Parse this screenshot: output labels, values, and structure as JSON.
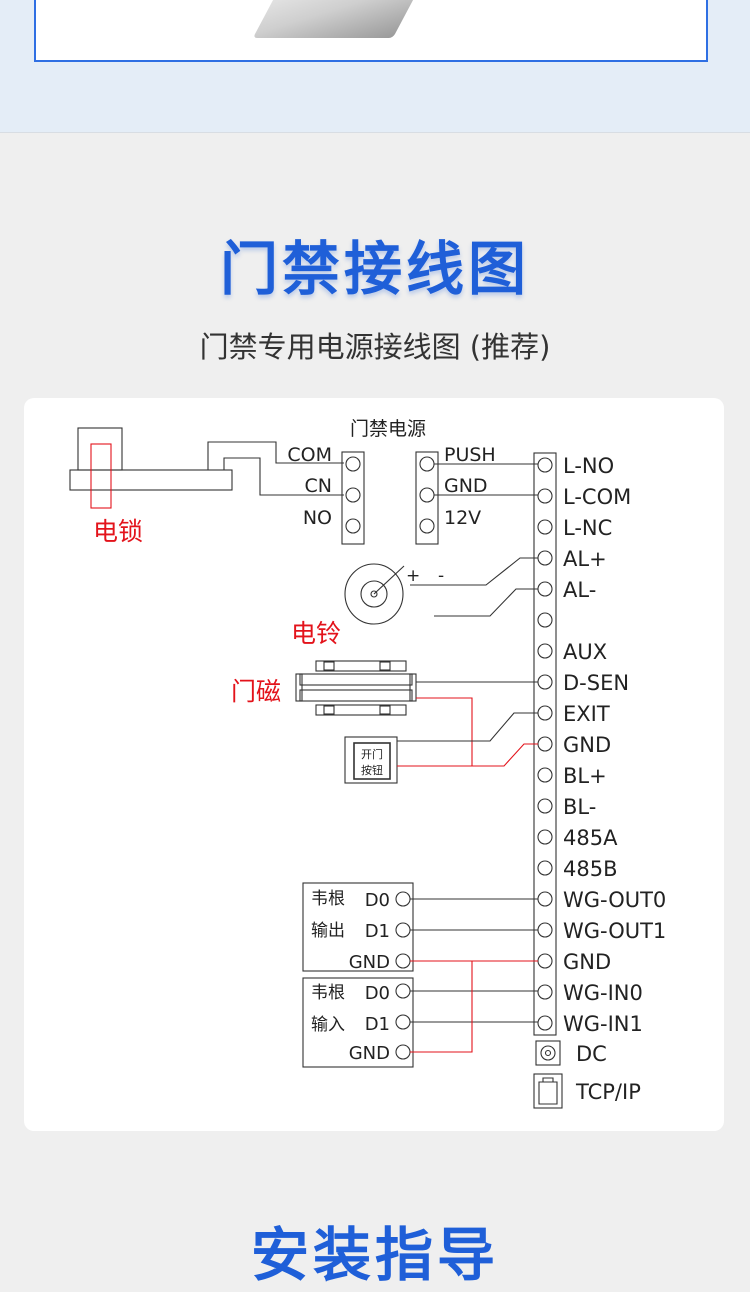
{
  "section_title": "门禁接线图",
  "section_subtitle": "门禁专用电源接线图 (推荐)",
  "next_section_title": "安装指导",
  "power_supply": {
    "title": "门禁电源",
    "relay_terminals": [
      "COM",
      "CN",
      "NO"
    ],
    "power_terminals": [
      "PUSH",
      "GND",
      "12V"
    ]
  },
  "device_labels": {
    "lock": "电锁",
    "bell": "电铃",
    "magnet": "门磁",
    "exit_button": [
      "开门",
      "按钮"
    ],
    "bell_plus": "+",
    "bell_minus": "-"
  },
  "controller_terminals": [
    "L-NO",
    "L-COM",
    "L-NC",
    "AL+",
    "AL-",
    "",
    "AUX",
    "D-SEN",
    "EXIT",
    "GND",
    "BL+",
    "BL-",
    "485A",
    "485B",
    "WG-OUT0",
    "WG-OUT1",
    "GND",
    "WG-IN0",
    "WG-IN1"
  ],
  "controller_ports": [
    "DC",
    "TCP/IP"
  ],
  "wiegand_output": {
    "title": [
      "韦根",
      "输出"
    ],
    "pins": [
      "D0",
      "D1",
      "GND"
    ]
  },
  "wiegand_input": {
    "title": [
      "韦根",
      "输入"
    ],
    "pins": [
      "D0",
      "D1",
      "GND"
    ]
  },
  "colors": {
    "title_blue": "#1f5fd8",
    "red_label": "#e3131b",
    "wire": "#333333"
  }
}
